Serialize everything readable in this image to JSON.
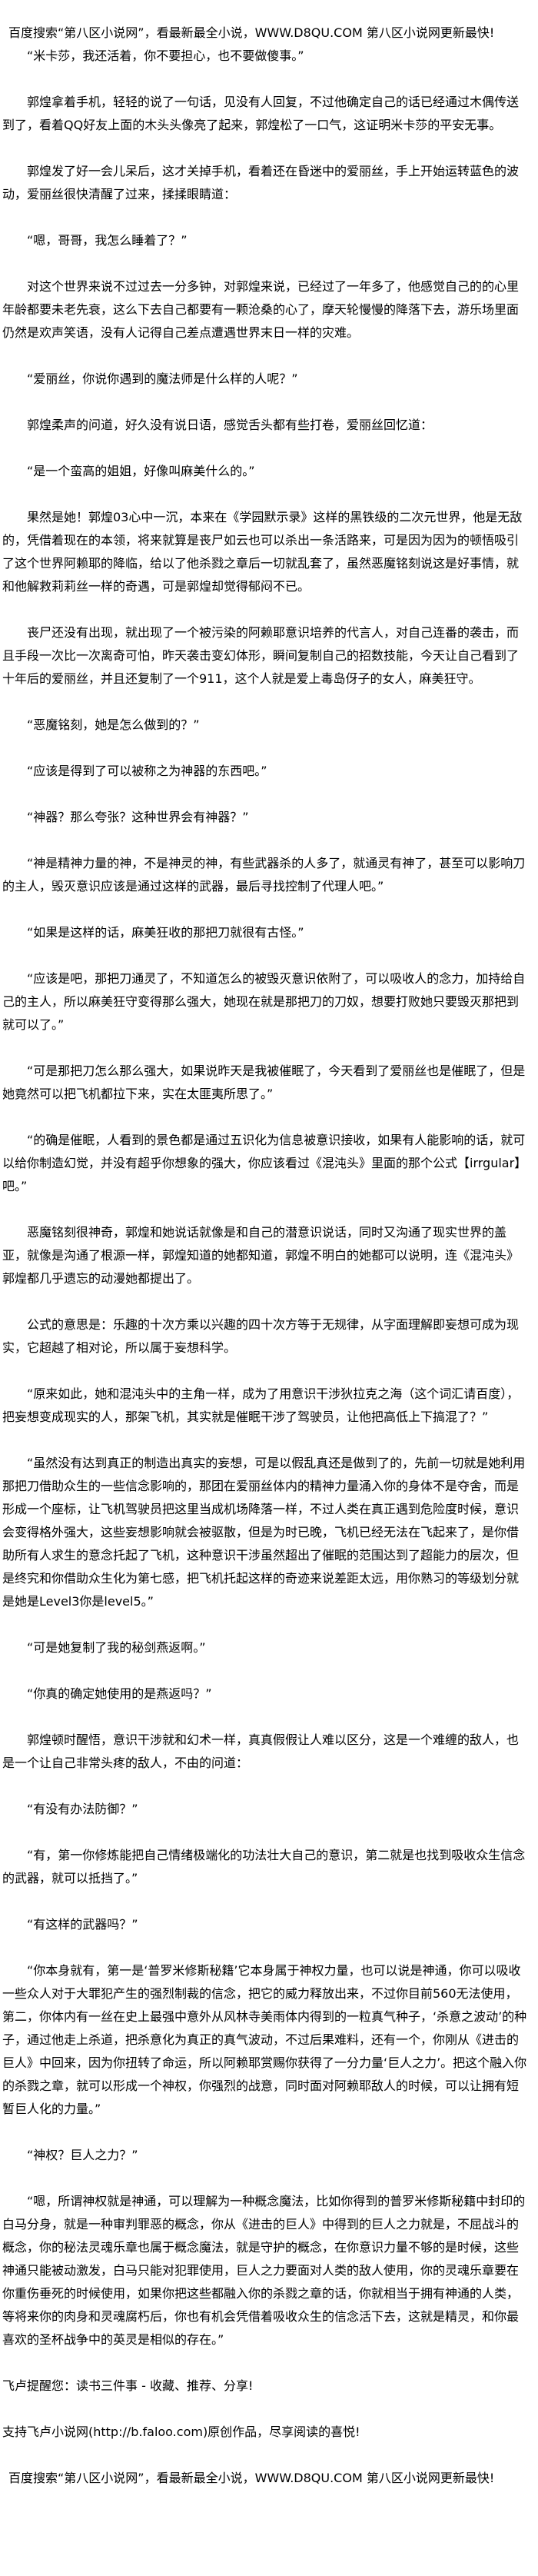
{
  "header": {
    "banner": "百度搜索“第八区小说网”，看最新最全小说，WWW.D8QU.COM  第八区小说网更新最快!"
  },
  "article": {
    "paragraphs": [
      "“米卡莎，我还活着，你不要担心，也不要做傻事。”",
      "郭煌拿着手机，轻轻的说了一句话，见没有人回复，不过他确定自己的话已经通过木偶传送到了，看着QQ好友上面的木头头像亮了起来，郭煌松了一口气，这证明米卡莎的平安无事。",
      "郭煌发了好一会儿呆后，这才关掉手机，看着还在昏迷中的爱丽丝，手上开始运转蓝色的波动，爱丽丝很快清醒了过来，揉揉眼睛道：",
      "“嗯，哥哥，我怎么睡着了？”",
      "对这个世界来说不过过去一分多钟，对郭煌来说，已经过了一年多了，他感觉自己的的心里年龄都要未老先衰，这么下去自己都要有一颗沧桑的心了，摩天轮慢慢的降落下去，游乐场里面仍然是欢声笑语，没有人记得自己差点遭遇世界末日一样的灾难。",
      "“爱丽丝，你说你遇到的魔法师是什么样的人呢？”",
      "郭煌柔声的问道，好久没有说日语，感觉舌头都有些打卷，爱丽丝回忆道：",
      "“是一个蛮高的姐姐，好像叫麻美什么的。”",
      "果然是她！郭煌03心中一沉，本来在《学园默示录》这样的黑铁级的二次元世界，他是无敌的，凭借着现在的本领，将来就算是丧尸如云也可以杀出一条活路来，可是因为因为的顿悟吸引了这个世界阿赖耶的降临，给以了他杀戮之章后一切就乱套了，虽然恶魔铭刻说这是好事情，就和他解救莉莉丝一样的奇遇，可是郭煌却觉得郁闷不已。",
      "丧尸还没有出现，就出现了一个被污染的阿赖耶意识培养的代言人，对自己连番的袭击，而且手段一次比一次离奇可怕，昨天袭击变幻体形，瞬间复制自己的招数技能，今天让自己看到了十年后的爱丽丝，并且还复制了一个911，这个人就是爱上毒岛伢子的女人，麻美狂守。",
      "“恶魔铭刻，她是怎么做到的？”",
      "“应该是得到了可以被称之为神器的东西吧。”",
      "“神器？那么夸张？这种世界会有神器？”",
      "“神是精神力量的神，不是神灵的神，有些武器杀的人多了，就通灵有神了，甚至可以影响刀的主人，毁灭意识应该是通过这样的武器，最后寻找控制了代理人吧。”",
      "“如果是这样的话，麻美狂收的那把刀就很有古怪。”",
      "“应该是吧，那把刀通灵了，不知道怎么的被毁灭意识依附了，可以吸收人的念力，加持给自己的主人，所以麻美狂守变得那么强大，她现在就是那把刀的刀奴，想要打败她只要毁灭那把到就可以了。”",
      "“可是那把刀怎么那么强大，如果说昨天是我被催眠了，今天看到了爱丽丝也是催眠了，但是她竟然可以把飞机都拉下来，实在太匪夷所思了。”",
      "“的确是催眠，人看到的景色都是通过五识化为信息被意识接收，如果有人能影响的话，就可以给你制造幻觉，并没有超乎你想象的强大，你应该看过《混沌头》里面的那个公式【irrgular】吧。”",
      "恶魔铭刻很神奇，郭煌和她说话就像是和自己的潜意识说话，同时又沟通了现实世界的盖亚，就像是沟通了根源一样，郭煌知道的她都知道，郭煌不明白的她都可以说明，连《混沌头》郭煌都几乎遗忘的动漫她都提出了。",
      "公式的意思是：乐趣的十次方乘以兴趣的四十次方等于无规律，从字面理解即妄想可成为现实，它超越了相对论，所以属于妄想科学。",
      "“原来如此，她和混沌头中的主角一样，成为了用意识干涉狄拉克之海（这个词汇请百度），把妄想变成现实的人，那架飞机，其实就是催眠干涉了驾驶员，让他把高低上下搞混了？”",
      "“虽然没有达到真正的制造出真实的妄想，可是以假乱真还是做到了的，先前一切就是她利用那把刀借助众生的一些信念影响的，那团在爱丽丝体内的精神力量涌入你的身体不是夺舍，而是形成一个座标，让飞机驾驶员把这里当成机场降落一样，不过人类在真正遇到危险度时候，意识会变得格外强大，这些妄想影响就会被驱散，但是为时已晚，飞机已经无法在飞起来了，是你借助所有人求生的意念托起了飞机，这种意识干涉虽然超出了催眠的范围达到了超能力的层次，但是终究和你借助众生化为第七感，把飞机托起这样的奇迹来说差距太远，用你熟习的等级划分就是她是Level3你是level5。”",
      "“可是她复制了我的秘剑燕返啊。”",
      "“你真的确定她使用的是燕返吗？”",
      "郭煌顿时醒悟，意识干涉就和幻术一样，真真假假让人难以区分，这是一个难缠的敌人，也是一个让自己非常头疼的敌人，不由的问道：",
      "“有没有办法防御？”",
      "“有，第一你修炼能把自己情绪极端化的功法壮大自己的意识，第二就是也找到吸收众生信念的武器，就可以抵挡了。”",
      "“有这样的武器吗？”",
      "“你本身就有，第一是‘普罗米修斯秘籍’它本身属于神权力量，也可以说是神通，你可以吸收一些众人对于大罪犯产生的强烈制裁的信念，把它的威力释放出来，不过你目前560无法使用，第二，你体内有一丝在史上最强中意外从风林寺美雨体内得到的一粒真气种子，‘杀意之波动’的种子，通过他走上杀道，把杀意化为真正的真气波动，不过后果难料，还有一个，你刚从《进击的巨人》中回来，因为你扭转了命运，所以阿赖耶赏赐你获得了一分力量‘巨人之力’。把这个融入你的杀戮之章，就可以形成一个神权，你强烈的战意，同时面对阿赖耶敌人的时候，可以让拥有短暂巨人化的力量。”",
      "“神权？巨人之力？”",
      "“嗯，所谓神权就是神通，可以理解为一种概念魔法，比如你得到的普罗米修斯秘籍中封印的白马分身，就是一种审判罪恶的概念，你从《进击的巨人》中得到的巨人之力就是，不屈战斗的概念，你的秘法灵魂乐章也属于概念魔法，就是守护的概念，在你意识力量不够的是时候，这些神通只能被动激发，白马只能对犯罪使用，巨人之力要面对人类的敌人使用，你的灵魂乐章要在你重伤垂死的时候使用，如果你把这些都融入你的杀戮之章的话，你就相当于拥有神通的人类，等将来你的肉身和灵魂腐朽后，你也有机会凭借着吸收众生的信念活下去，这就是精灵，和你最喜欢的圣杯战争中的英灵是相似的存在。”"
    ]
  },
  "footer": {
    "reminder": "飞卢提醒您：读书三件事 - 收藏、推荐、分享!",
    "support": "支持飞卢小说网(http://b.faloo.com)原创作品，尽享阅读的喜悦!",
    "banner": "百度搜索“第八区小说网”，看最新最全小说，WWW.D8QU.COM  第八区小说网更新最快!"
  }
}
